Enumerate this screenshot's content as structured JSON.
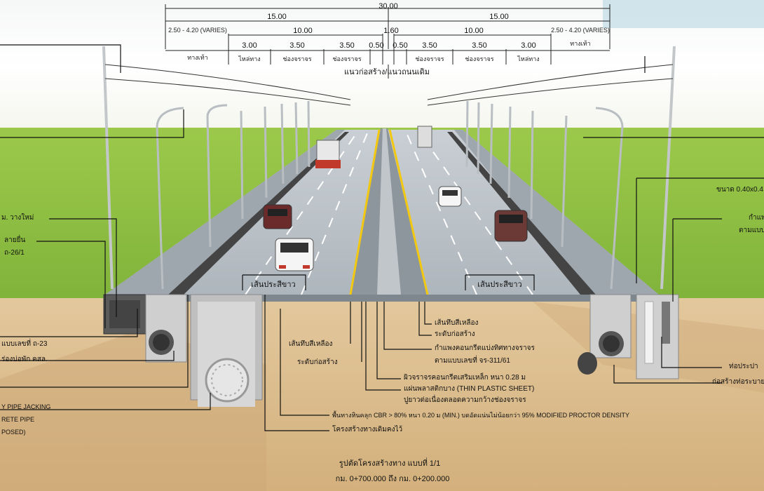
{
  "dimensions": {
    "total": "30.00",
    "half_left": "15.00",
    "half_right": "15.00",
    "sidewalk_left": "2.50 - 4.20 (VARIES)",
    "sidewalk_right": "2.50 - 4.20 (VARIES)",
    "carriageway_left": "10.00",
    "carriageway_right": "10.00",
    "median": "1.60",
    "lanes_left": [
      "3.00",
      "3.50",
      "3.50",
      "0.50"
    ],
    "lanes_right": [
      "0.50",
      "3.50",
      "3.50",
      "3.00"
    ],
    "sub_sidewalk_left": "ทางเท้า",
    "sub_sidewalk_right": "ทางเท้า",
    "sub_lanes_left": [
      "ไหล่ทาง",
      "ช่องจราจร",
      "ช่องจราจร"
    ],
    "sub_lanes_right": [
      "ช่องจราจร",
      "ช่องจราจร",
      "ไหล่ทาง"
    ],
    "alignment": "แนวก่อสร้าง/แนวถนนเดิม"
  },
  "road_labels": {
    "left_lane_line": "เส้นประสีขาว",
    "right_lane_line": "เส้นประสีขาว"
  },
  "left_callouts": [
    "ม. วางใหม่",
    "ลายยื่น",
    "ถ-26/1",
    "แบบเลขที่ ถ-23",
    "ร่องบ่อพัก คสล.",
    "Y PIPE JACKING",
    "RETE PIPE",
    "POSED)"
  ],
  "right_callouts": [
    "ขนาด 0.40x0.4",
    "กำแพ",
    "ตามแบบ",
    "ท่อประปา",
    "ก่อสร้างท่อระบาย"
  ],
  "center_callouts": {
    "yellow_solid_right": "เส้นทึบสีเหลือง",
    "construction_level_right": "ระดับก่อสร้าง",
    "barrier_1": "กำแพงคอนกรีตแบ่งทิศทางจราจร",
    "barrier_2": "ตามแบบเลขที่ จร-311/61",
    "yellow_solid_left": "เส้นทึบสีเหลือง",
    "construction_level_left": "ระดับก่อสร้าง",
    "surface": "ผิวจราจรคอนกรีตเสริมเหล็ก หนา 0.28 ม",
    "plastic_1": "แผ่นพลาสติกบาง (THIN PLASTIC SHEET)",
    "plastic_2": "ปูยาวต่อเนื่องตลอดความกว้างช่องจราจร",
    "base": "พื้นทางหินคลุก CBR > 80% หนา 0.20 ม (MIN.) บดอัดแน่นไม่น้อยกว่า 95% MODIFIED PROCTOR DENSITY",
    "existing": "โครงสร้างทางเดิมคงไว้"
  },
  "title": {
    "line1": "รูปตัดโครงสร้างทาง แบบที่ 1/1",
    "line2": "กม. 0+700.000 ถึง กม. 0+200.000"
  }
}
